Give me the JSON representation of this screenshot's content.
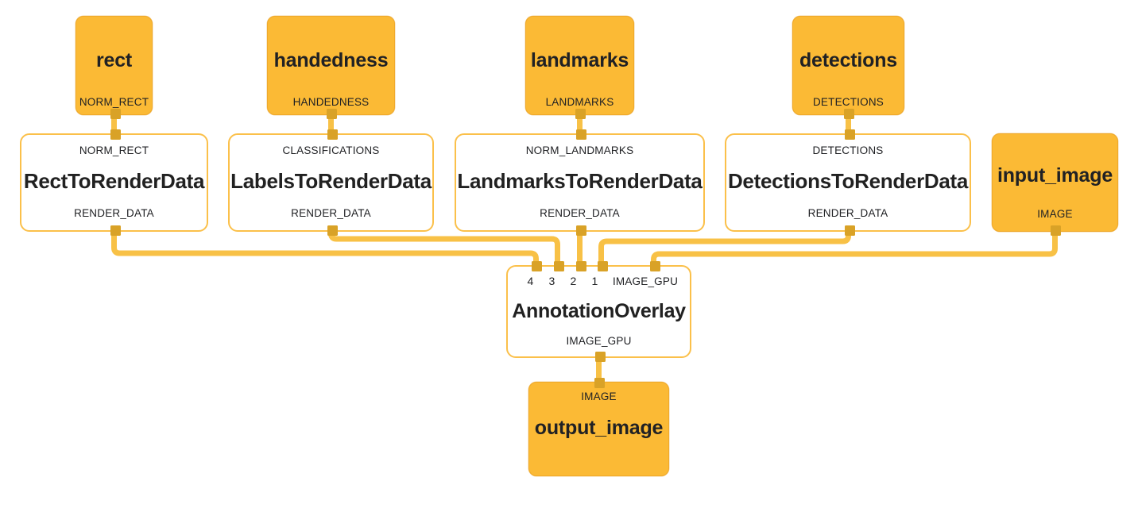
{
  "diagram": {
    "type": "mediapipe-calculator-graph",
    "colors": {
      "stream_fill": "#FBBA35",
      "stream_border": "#F0A92B",
      "calculator_border": "#FBC04A",
      "calculator_fill": "#FFFFFF",
      "edge": "#F8C146",
      "port": "#D9A227",
      "text": "#202124"
    }
  },
  "input_streams": [
    {
      "name": "rect",
      "type": "NORM_RECT"
    },
    {
      "name": "handedness",
      "type": "HANDEDNESS"
    },
    {
      "name": "landmarks",
      "type": "LANDMARKS"
    },
    {
      "name": "detections",
      "type": "DETECTIONS"
    },
    {
      "name": "input_image",
      "type": "IMAGE"
    }
  ],
  "calculators": [
    {
      "name": "RectToRenderData",
      "input_tag": "NORM_RECT",
      "output_tag": "RENDER_DATA"
    },
    {
      "name": "LabelsToRenderData",
      "input_tag": "CLASSIFICATIONS",
      "output_tag": "RENDER_DATA"
    },
    {
      "name": "LandmarksToRenderData",
      "input_tag": "NORM_LANDMARKS",
      "output_tag": "RENDER_DATA"
    },
    {
      "name": "DetectionsToRenderData",
      "input_tag": "DETECTIONS",
      "output_tag": "RENDER_DATA"
    }
  ],
  "overlay": {
    "name": "AnnotationOverlay",
    "input_ports": [
      "4",
      "3",
      "2",
      "1",
      "IMAGE_GPU"
    ],
    "output_tag": "IMAGE_GPU"
  },
  "output_streams": [
    {
      "name": "output_image",
      "type": "IMAGE"
    }
  ],
  "edges": [
    {
      "from": "rect",
      "to": "RectToRenderData",
      "tag": "NORM_RECT"
    },
    {
      "from": "handedness",
      "to": "LabelsToRenderData",
      "tag": "CLASSIFICATIONS"
    },
    {
      "from": "landmarks",
      "to": "LandmarksToRenderData",
      "tag": "NORM_LANDMARKS"
    },
    {
      "from": "detections",
      "to": "DetectionsToRenderData",
      "tag": "DETECTIONS"
    },
    {
      "from": "RectToRenderData",
      "to": "AnnotationOverlay",
      "tag": "RENDER_DATA",
      "port": "4"
    },
    {
      "from": "LabelsToRenderData",
      "to": "AnnotationOverlay",
      "tag": "RENDER_DATA",
      "port": "3"
    },
    {
      "from": "LandmarksToRenderData",
      "to": "AnnotationOverlay",
      "tag": "RENDER_DATA",
      "port": "2"
    },
    {
      "from": "DetectionsToRenderData",
      "to": "AnnotationOverlay",
      "tag": "RENDER_DATA",
      "port": "1"
    },
    {
      "from": "input_image",
      "to": "AnnotationOverlay",
      "tag": "IMAGE_GPU",
      "port": "IMAGE_GPU"
    },
    {
      "from": "AnnotationOverlay",
      "to": "output_image",
      "tag": "IMAGE_GPU"
    }
  ]
}
